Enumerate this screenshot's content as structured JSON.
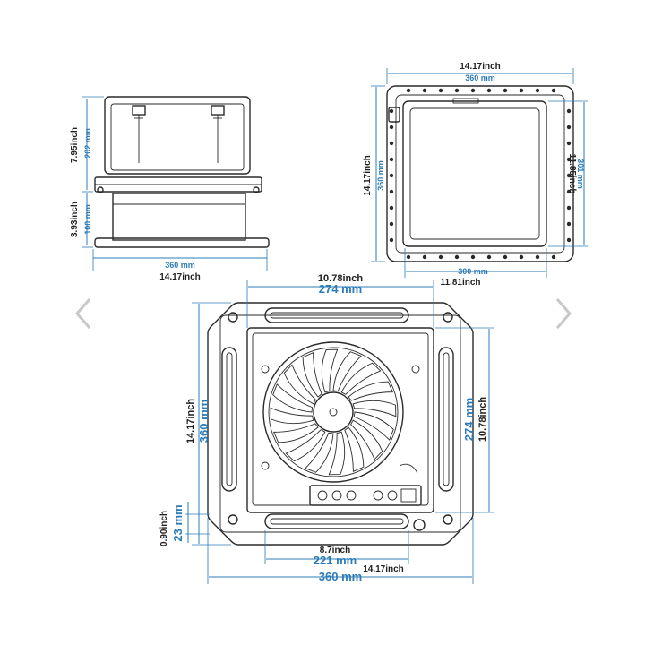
{
  "side_view": {
    "height_top_inch": "7.95inch",
    "height_top_mm": "202 mm",
    "height_bottom_inch": "3.93inch",
    "height_bottom_mm": "100 mm",
    "width_mm": "360 mm",
    "width_inch": "14.17inch"
  },
  "flange_view": {
    "top_inch": "14.17inch",
    "top_mm": "360 mm",
    "left_inch": "14.17inch",
    "left_mm": "360 mm",
    "right_inch": "11.85inch",
    "right_mm": "301 mm",
    "bottom_mm": "300 mm",
    "bottom_inch": "11.81inch"
  },
  "front_view": {
    "top_inch": "10.78inch",
    "top_mm": "274 mm",
    "left_inch": "14.17inch",
    "left_mm": "360 mm",
    "right_mm": "274 mm",
    "right_inch": "10.78inch",
    "corner_inch": "0.90inch",
    "corner_mm": "23 mm",
    "slot_inch": "8.7inch",
    "slot_mm": "221 mm",
    "bottom_inch": "14.17inch",
    "bottom_mm": "360 mm"
  },
  "icons": {
    "prev": "chevron-left-icon",
    "next": "chevron-right-icon"
  }
}
